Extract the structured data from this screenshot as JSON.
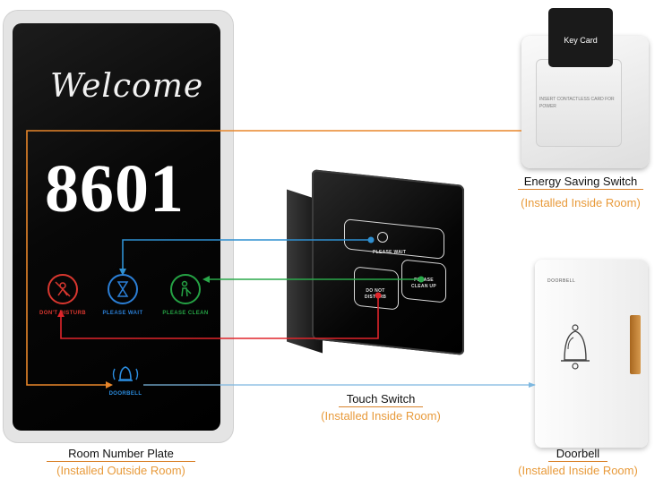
{
  "plate": {
    "welcome": "Welcome",
    "room_number": "8601",
    "dnd_label": "DON'T DISTURB",
    "wait_label": "PLEASE WAIT",
    "clean_label": "PLEASE CLEAN",
    "doorbell_label": "DOORBELL"
  },
  "touch_switch": {
    "wait_label": "PLEASE WAIT",
    "dnd_label": "DO NOT DISTURB",
    "clean_label": "PLEASE CLEAN UP"
  },
  "energy_switch": {
    "card_label": "Key Card",
    "instruction": "INSERT CONTACTLESS CARD FOR POWER"
  },
  "doorbell_device": {
    "brand": "DOORBELL"
  },
  "captions": {
    "plate_title": "Room Number Plate",
    "plate_sub": "(Installed Outside Room)",
    "switch_title": "Touch Switch",
    "switch_sub": "(Installed Inside Room)",
    "energy_title": "Energy Saving Switch",
    "energy_sub": "(Installed Inside Room)",
    "doorbell_title": "Doorbell",
    "doorbell_sub": "(Installed Inside Room)"
  },
  "colors": {
    "orange": "#e8862a",
    "blue": "#2f8fd0",
    "green": "#2aa84a",
    "red": "#e0252b",
    "dnd_icon": "#d9372f",
    "wait_icon": "#2b7fd6",
    "clean_icon": "#25a244",
    "doorbell_icon": "#2b8de0"
  },
  "icons": {
    "dnd": "no-entry-person-icon",
    "wait": "hourglass-icon",
    "clean": "cleaning-person-icon",
    "doorbell": "bell-icon"
  }
}
